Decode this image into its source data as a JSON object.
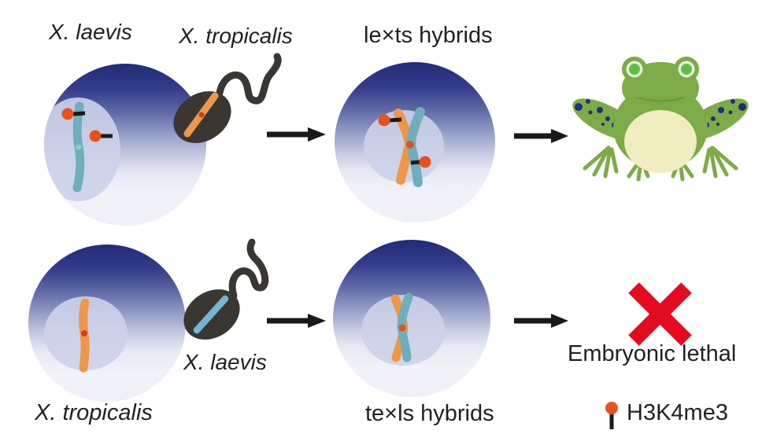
{
  "figure": {
    "top_row": {
      "egg_label": "X. laevis",
      "sperm_label": "X. tropicalis",
      "hybrid_label": "le×ts hybrids"
    },
    "bottom_row": {
      "egg_label": "X. tropicalis",
      "sperm_label": "X. laevis",
      "hybrid_label": "te×ls hybrids",
      "outcome_label": "Embryonic lethal"
    },
    "legend": {
      "h3k4me3_label": "H3K4me3"
    },
    "icons": {
      "egg": "egg-cell",
      "sperm": "sperm-cell",
      "arrow": "right-arrow",
      "frog": "viable-frog",
      "cross": "lethal-cross",
      "mark": "h3k4me3-lollipop"
    },
    "colors": {
      "egg_gradient_top": "#222B78",
      "nucleus": "#CDD1E9",
      "laevis_chromosome": "#6FAEBC",
      "tropicalis_chromosome": "#EF9749",
      "sperm_laevis_chromosome": "#74B5D6",
      "h3k4me3_mark": "#E8521C",
      "centromere_red": "#D93A25",
      "hybrid_centromere": "#E0502A",
      "sperm_body": "#3A3733",
      "ink": "#1A1A1A",
      "lethal_red": "#E50B1E",
      "frog_green": "#7DAB47",
      "frog_green_dark": "#6B9C3C",
      "frog_belly": "#F2ECC1",
      "frog_spot": "#1E2F7D",
      "frog_eye_ring": "#E6F2D8",
      "frog_eye_iris": "#5FBE49"
    }
  }
}
